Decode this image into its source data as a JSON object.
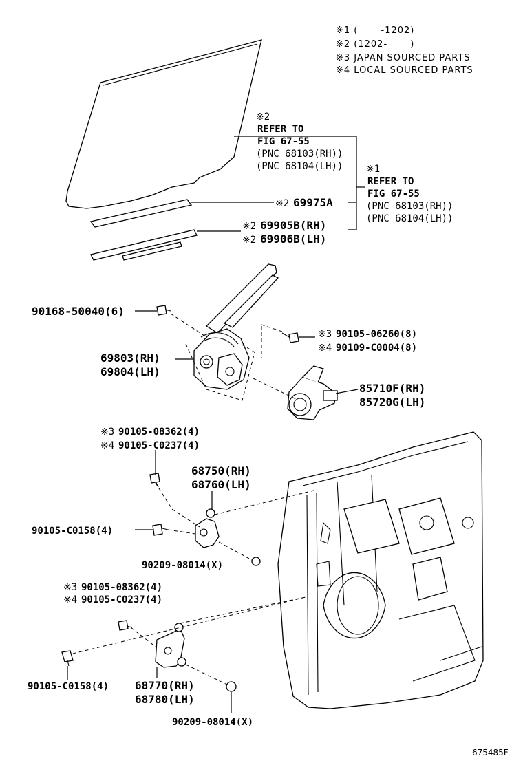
{
  "legend": {
    "l1": "※1 (　　 -1202)",
    "l2": "※2 (1202-　　 )",
    "l3": "※3 JAPAN SOURCED PARTS",
    "l4": "※4 LOCAL SOURCED PARTS"
  },
  "ref2": {
    "mark": "※2",
    "refer": "REFER TO",
    "fig": "FIG 67-55",
    "pnc_rh": "(PNC 68103(RH))",
    "pnc_lh": "(PNC 68104(LH))"
  },
  "ref1": {
    "mark": "※1",
    "refer": "REFER TO",
    "fig": "FIG 67-55",
    "pnc_rh": "(PNC 68103(RH))",
    "pnc_lh": "(PNC 68104(LH))"
  },
  "parts": {
    "p69975": {
      "mark": "※2",
      "num": "69975A"
    },
    "p69905": {
      "mark": "※2",
      "num": "69905B(RH)"
    },
    "p69906": {
      "mark": "※2",
      "num": "69906B(LH)"
    },
    "p90168": "90168-50040(6)",
    "p90105_06260": {
      "mark": "※3",
      "num": "90105-06260(8)"
    },
    "p90109": {
      "mark": "※4",
      "num": "90109-C0004(8)"
    },
    "p69803": "69803(RH)",
    "p69804": "69804(LH)",
    "p85710": "85710F(RH)",
    "p85720": "85720G(LH)",
    "p90105_08362a": {
      "mark": "※3",
      "num": "90105-08362(4)"
    },
    "p90105_c0237a": {
      "mark": "※4",
      "num": "90105-C0237(4)"
    },
    "p68750": "68750(RH)",
    "p68760": "68760(LH)",
    "p90105_c0158a": "90105-C0158(4)",
    "p90209a": "90209-08014(X)",
    "p90105_08362b": {
      "mark": "※3",
      "num": "90105-08362(4)"
    },
    "p90105_c0237b": {
      "mark": "※4",
      "num": "90105-C0237(4)"
    },
    "p90105_c0158b": "90105-C0158(4)",
    "p68770": "68770(RH)",
    "p68780": "68780(LH)",
    "p90209b": "90209-08014(X)"
  },
  "figure_id": "675485F"
}
